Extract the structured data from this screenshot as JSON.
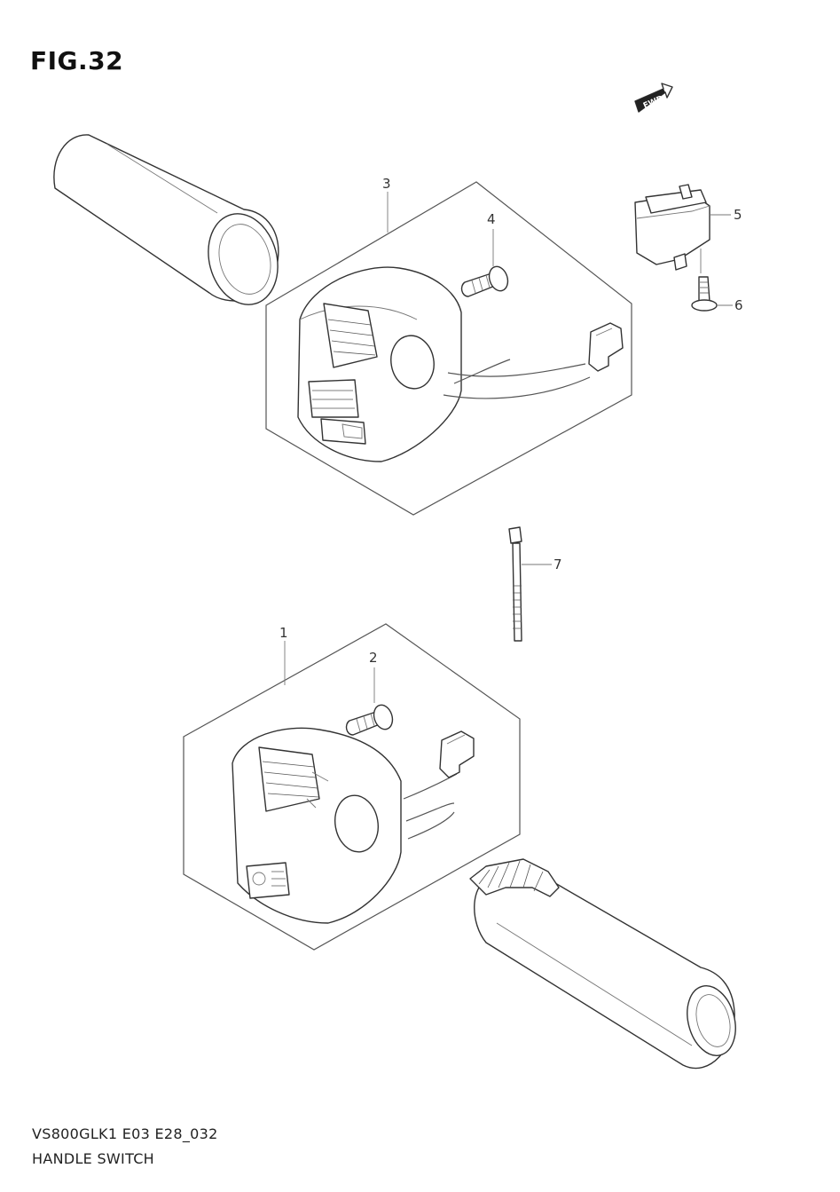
{
  "figure": {
    "title": "FIG.32",
    "code": "VS800GLK1 E03 E28_032",
    "name": "HANDLE SWITCH",
    "fwd_label": "FWD"
  },
  "callouts": [
    "1",
    "2",
    "3",
    "4",
    "5",
    "6",
    "7"
  ]
}
